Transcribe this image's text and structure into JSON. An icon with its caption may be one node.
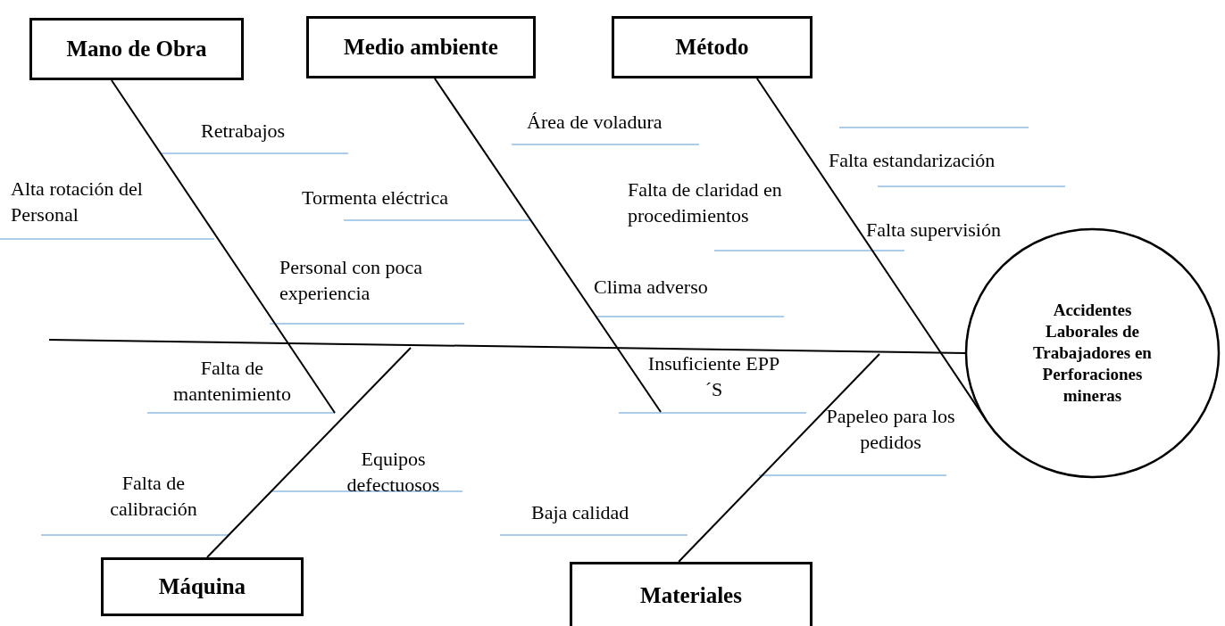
{
  "diagram": {
    "nodes": [
      {
        "text": [
          "Mano de Obra"
        ]
      },
      {
        "text": [
          "Medio ambiente"
        ]
      },
      {
        "text": [
          "Método"
        ]
      },
      {
        "text": [
          "Accidentes Laborales de Trabajadores en Perforaciones mineras"
        ]
      },
      {
        "text": [
          "Máquina"
        ]
      },
      {
        "text": [
          "Materiales"
        ]
      }
    ],
    "edges": [
      {
        "from": 0,
        "to": null,
        "arrow": "none"
      },
      {
        "from": 1,
        "to": null,
        "arrow": "none"
      },
      {
        "from": 2,
        "to": 3,
        "arrow": "none"
      },
      {
        "from": 4,
        "to": null,
        "arrow": "none"
      },
      {
        "from": 5,
        "to": null,
        "arrow": "none"
      },
      {
        "from": null,
        "to": 3,
        "arrow": "none"
      }
    ],
    "labels": [
      "Retrabajos",
      "Área de voladura",
      "Falta estandarización",
      "Alta rotación del Personal",
      "Tormenta eléctrica",
      "Falta de claridad en procedimientos",
      "Falta supervisión",
      "Personal con poca experiencia",
      "Clima adverso",
      "Falta de mantenimiento",
      "Insuficiente EPP´S",
      "Papeleo para los pedidos",
      "Equipos defectuosos",
      "Falta de calibración",
      "Baja calidad"
    ]
  }
}
